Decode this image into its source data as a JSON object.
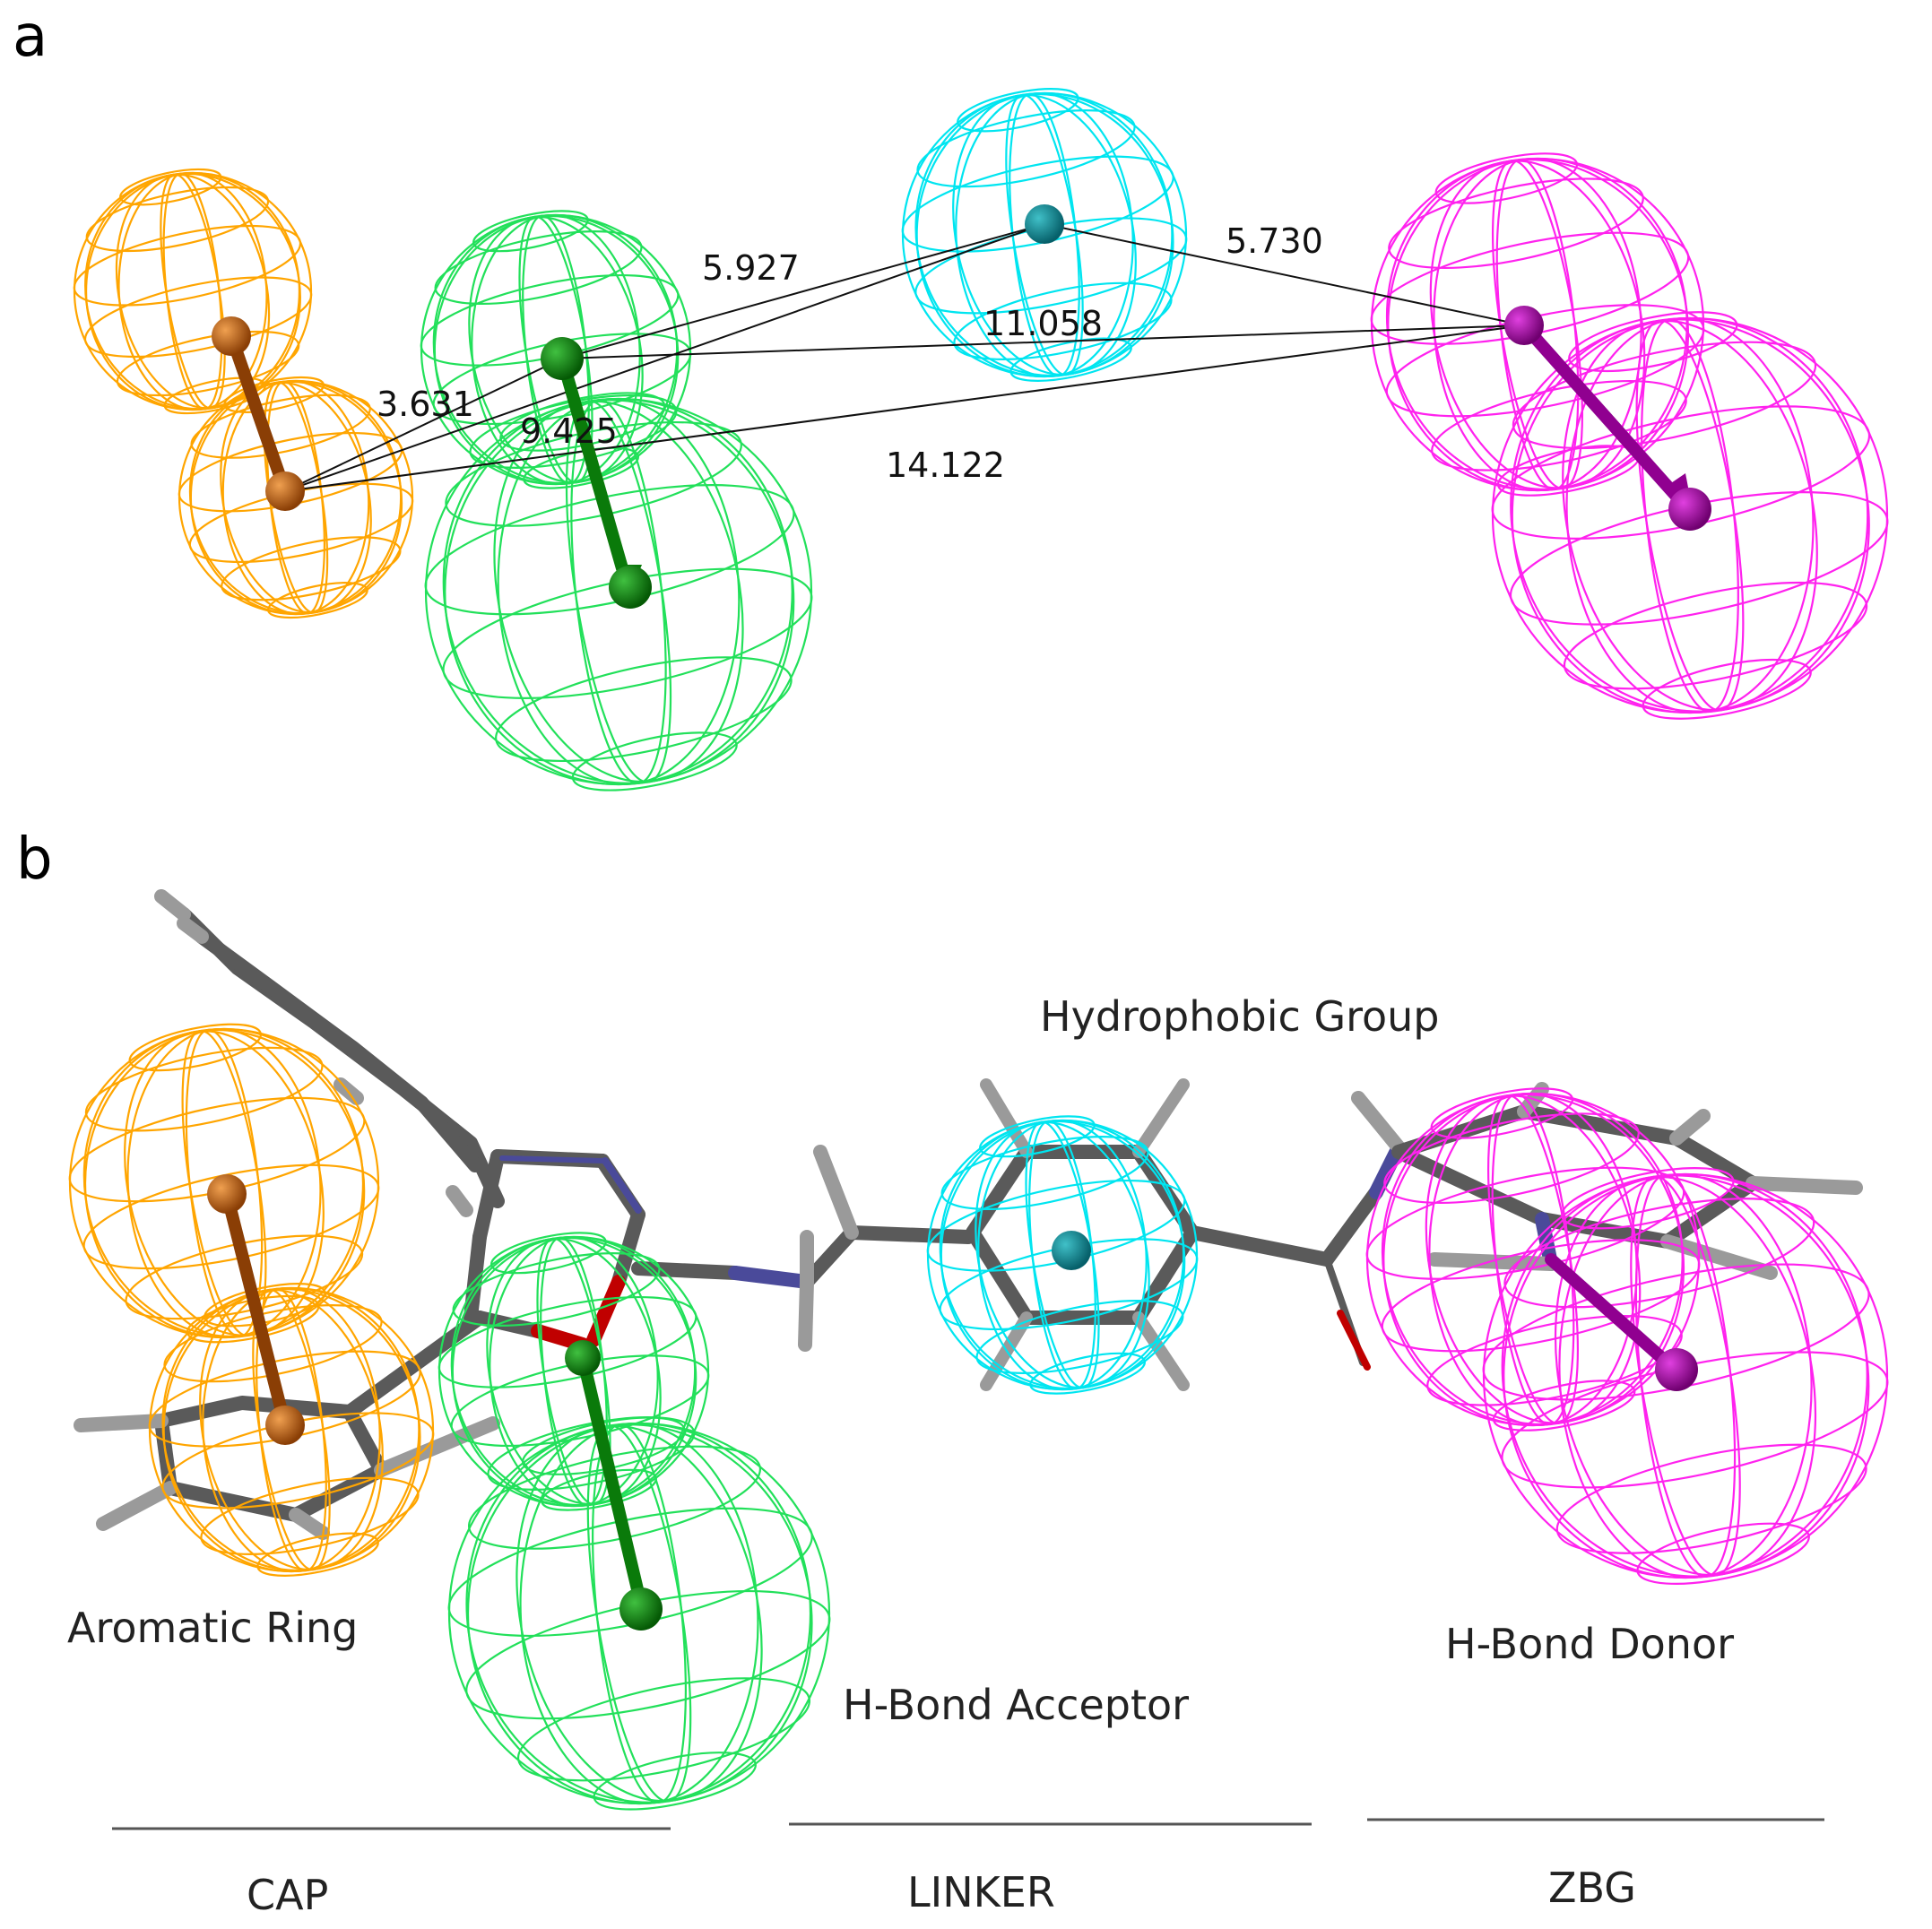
{
  "panels": [
    {
      "letter": "a"
    },
    {
      "letter": "b"
    }
  ],
  "distances": {
    "d1": "5.927",
    "d2": "5.730",
    "d3": "11.058",
    "d4": "3.631",
    "d5": "9.425",
    "d6": "14.122"
  },
  "features": {
    "hydrophobic": "Hydrophobic Group",
    "aromatic": "Aromatic Ring",
    "acceptor": "H-Bond Acceptor",
    "donor": "H-Bond Donor"
  },
  "regions": {
    "cap": "CAP",
    "linker": "LINKER",
    "zbg": "ZBG"
  },
  "colors": {
    "aromatic": "#ffa500",
    "aromatic_atom": "#b5560a",
    "acceptor": "#22e05a",
    "acceptor_atom": "#0a8a0a",
    "hydrophobic": "#00e5f0",
    "hydrophobic_atom": "#0f8f9a",
    "donor": "#ff22ee",
    "donor_atom": "#b000b0",
    "carbon": "#555555",
    "hydrogen": "#9a9a9a",
    "nitrogen": "#4a4a9a",
    "oxygen": "#c00000"
  }
}
